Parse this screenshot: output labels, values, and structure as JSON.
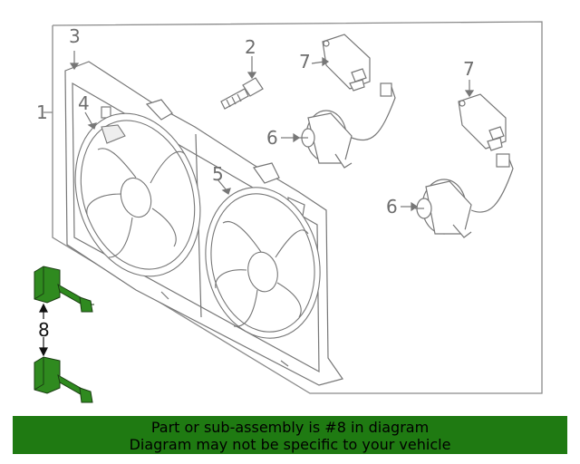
{
  "callouts": {
    "c1": "1",
    "c2": "2",
    "c3": "3",
    "c4": "4",
    "c5": "5",
    "c6a": "6",
    "c6b": "6",
    "c7a": "7",
    "c7b": "7",
    "c8": "8"
  },
  "banner": {
    "line1": "Part or sub-assembly is #8 in diagram",
    "line2": "Diagram may not be specific to your vehicle"
  },
  "colors": {
    "line": "#777777",
    "part_highlight": "#2f8a1f",
    "banner": "#1f7a12"
  }
}
